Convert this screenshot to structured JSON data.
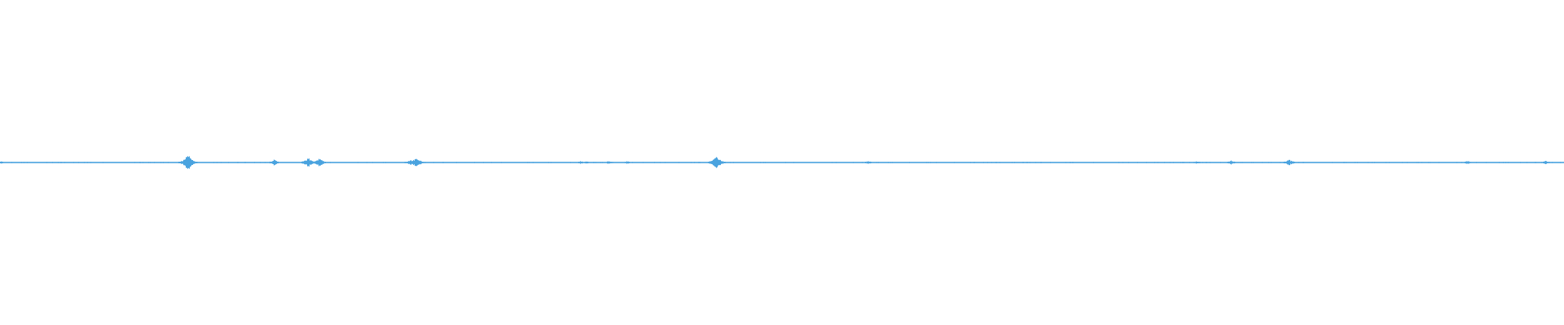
{
  "waveform": {
    "color": "#4aa3df",
    "background": "#ffffff",
    "segments_count": 1920,
    "amplitude_profile": [
      {
        "t": 0.0,
        "a": 0.01
      },
      {
        "t": 0.12,
        "a": 0.06
      },
      {
        "t": 0.175,
        "a": 0.02
      },
      {
        "t": 0.197,
        "a": 0.035
      },
      {
        "t": 0.203,
        "a": 0.022
      },
      {
        "t": 0.204,
        "a": 0.03
      },
      {
        "t": 0.262,
        "a": 0.02
      },
      {
        "t": 0.266,
        "a": 0.04
      },
      {
        "t": 0.371,
        "a": 0.01
      },
      {
        "t": 0.375,
        "a": 0.01
      },
      {
        "t": 0.389,
        "a": 0.012
      },
      {
        "t": 0.401,
        "a": 0.01
      },
      {
        "t": 0.458,
        "a": 0.05
      },
      {
        "t": 0.555,
        "a": 0.012
      },
      {
        "t": 0.765,
        "a": 0.01
      },
      {
        "t": 0.787,
        "a": 0.014
      },
      {
        "t": 0.824,
        "a": 0.022
      },
      {
        "t": 0.938,
        "a": 0.012
      },
      {
        "t": 0.988,
        "a": 0.012
      }
    ]
  }
}
